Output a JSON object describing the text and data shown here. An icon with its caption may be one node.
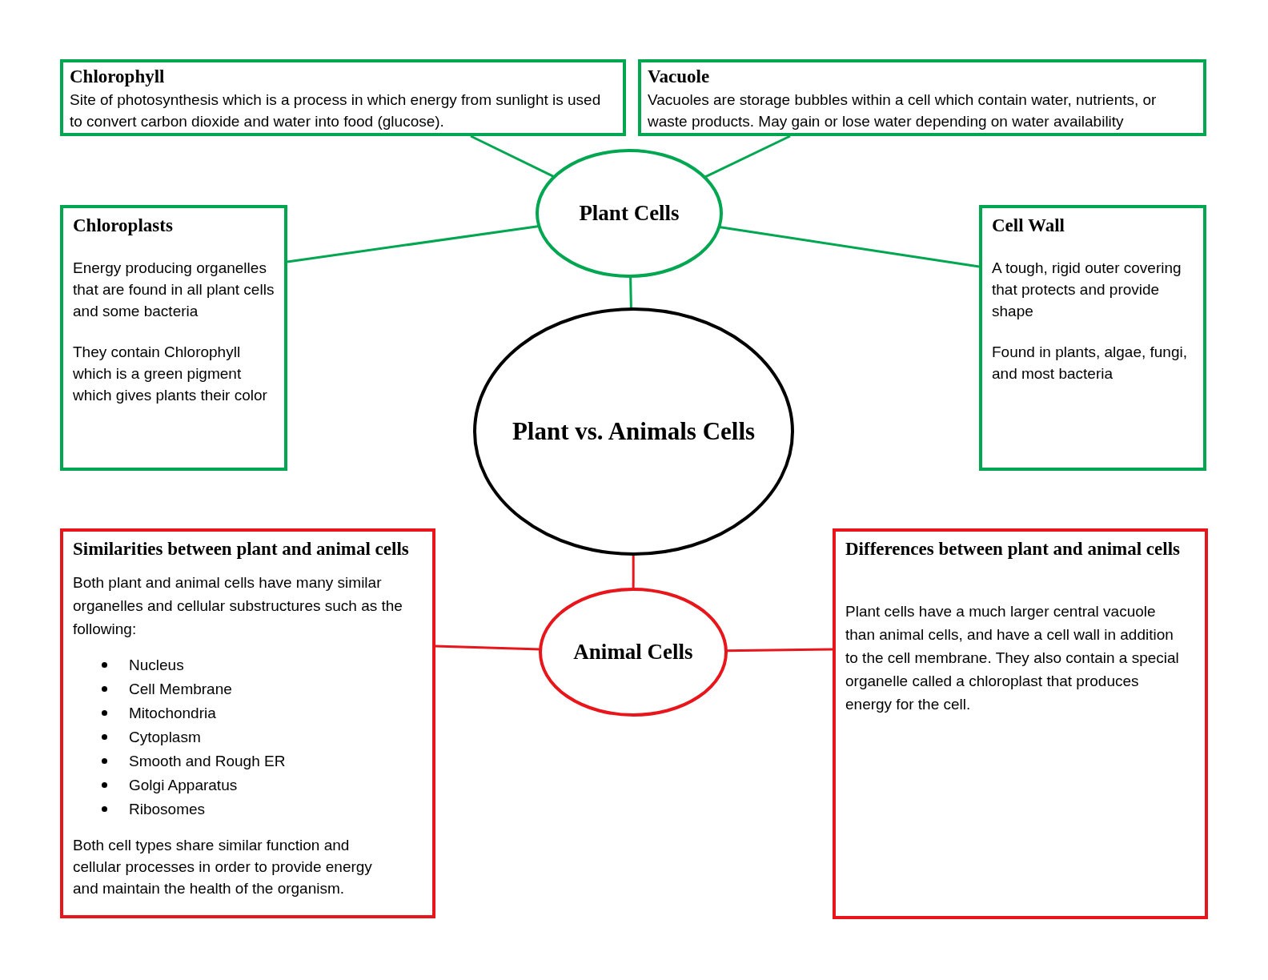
{
  "diagram": {
    "nodes": [
      {
        "text": [
          "Chlorophyll",
          "Site of photosynthesis which is a process in which energy from sunlight is used to convert carbon dioxide and water into food (glucose)."
        ]
      },
      {
        "text": [
          "Vacuole",
          "Vacuoles are storage bubbles within a cell which contain water, nutrients, or waste products. May gain or lose water depending on water availability"
        ]
      },
      {
        "text": [
          "Plant Cells"
        ]
      },
      {
        "text": [
          "Chloroplasts",
          "Energy producing organelles that are found in all plant cells and some bacteria",
          "They contain Chlorophyll which is a green pigment which gives plants their color"
        ]
      },
      {
        "text": [
          "Cell Wall",
          "A tough, rigid outer covering that protects and provide shape",
          "Found in plants, algae, fungi, and most bacteria"
        ]
      },
      {
        "text": [
          "Plant vs. Animals Cells"
        ]
      },
      {
        "text": [
          "Similarities between plant and animal cells",
          "Both plant and animal cells have many similar organelles and cellular substructures such as the following:",
          "Nucleus",
          "Cell Membrane",
          "Mitochondria",
          "Cytoplasm",
          "Smooth and Rough ER",
          "Golgi Apparatus",
          "Ribosomes",
          "Both cell types share similar function and cellular processes in order to provide energy and maintain the health of the organism."
        ]
      },
      {
        "text": [
          "Animal Cells"
        ]
      },
      {
        "text": [
          "Differences between plant and animal cells",
          "Plant cells have a much larger central vacuole than animal cells, and have a cell wall in addition to the cell membrane. They also contain a special organelle called a chloroplast that produces energy for the cell."
        ]
      }
    ],
    "edges": [
      {
        "from": 0,
        "to": 2,
        "arrow": "none"
      },
      {
        "from": 1,
        "to": 2,
        "arrow": "none"
      },
      {
        "from": 3,
        "to": 2,
        "arrow": "none"
      },
      {
        "from": 4,
        "to": 2,
        "arrow": "none"
      },
      {
        "from": 2,
        "to": 5,
        "arrow": "none"
      },
      {
        "from": 5,
        "to": 7,
        "arrow": "none",
        "color": "#e8151b"
      },
      {
        "from": 6,
        "to": 7,
        "arrow": "none",
        "color": "#e8151b"
      },
      {
        "from": 7,
        "to": 8,
        "arrow": "none",
        "color": "#e8151b"
      }
    ]
  }
}
